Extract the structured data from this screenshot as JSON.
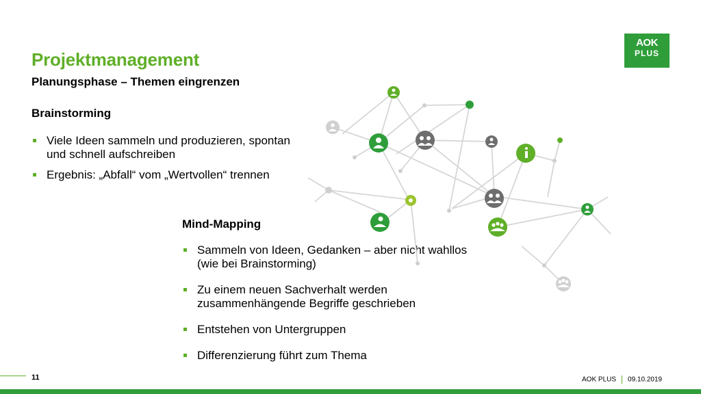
{
  "slide": {
    "title": "Projektmanagement",
    "subtitle": "Planungsphase – Themen eingrenzen"
  },
  "brainstorming": {
    "heading": "Brainstorming",
    "items": [
      "Viele Ideen sammeln und produzieren, spontan und schnell aufschreiben",
      "Ergebnis: „Abfall“ vom „Wertvollen“ trennen"
    ]
  },
  "mindmapping": {
    "heading": "Mind-Mapping",
    "items": [
      "Sammeln von Ideen, Gedanken – aber nicht wahllos (wie bei Brainstorming)",
      "Zu einem neuen Sachverhalt werden zusammenhängende Begriffe geschrieben",
      "Entstehen von Untergruppen",
      "Differenzierung führt zum Thema"
    ]
  },
  "logo": {
    "line1": "AOK",
    "line2": "PLUS"
  },
  "footer": {
    "page_number": "11",
    "organization": "AOK PLUS",
    "date": "09.10.2019"
  },
  "colors": {
    "accent_green": "#5faf28",
    "logo_green": "#2f9e3a",
    "node_gray": "#6e6e6e",
    "light_gray": "#d0d0d0",
    "edge_gray": "#d6d6d6"
  },
  "network_icons": [
    "person-icon",
    "person-icon",
    "group-icon",
    "person-icon",
    "info-icon",
    "info-icon",
    "group-icon",
    "person-icon",
    "group-icon",
    "group-icon",
    "person-icon"
  ]
}
